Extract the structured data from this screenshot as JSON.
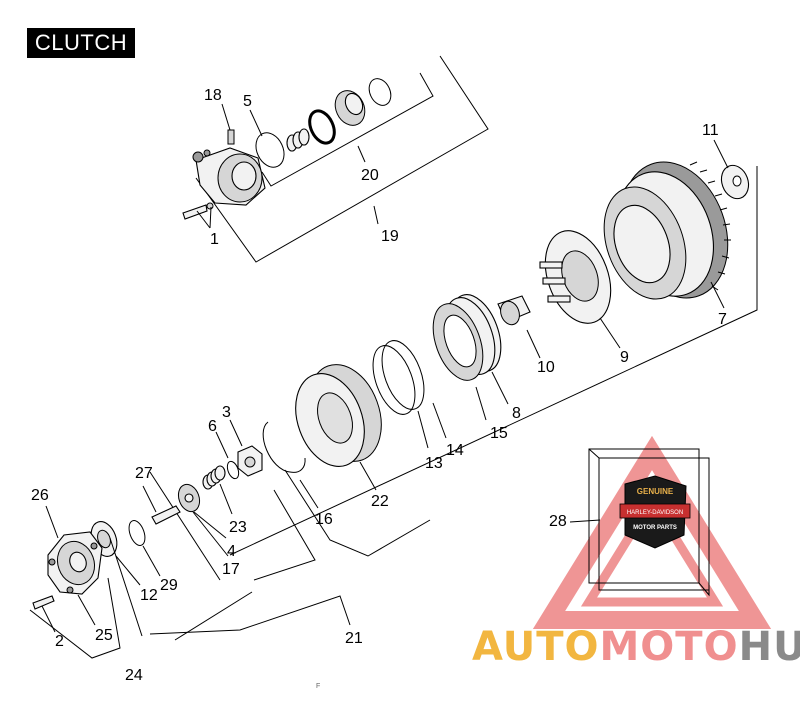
{
  "title": "CLUTCH",
  "callouts": [
    "1",
    "2",
    "3",
    "4",
    "5",
    "6",
    "7",
    "8",
    "9",
    "10",
    "11",
    "12",
    "13",
    "14",
    "15",
    "16",
    "17",
    "18",
    "19",
    "20",
    "21",
    "22",
    "23",
    "24",
    "25",
    "26",
    "27",
    "28",
    "29"
  ],
  "badge": {
    "top": "GENUINE",
    "bottom": "MOTOR PARTS",
    "center": "HARLEY-DAVIDSON"
  },
  "watermark": {
    "part1": "AUTO",
    "part2": "MOTO",
    "part3": "HUB",
    "colors": {
      "part1": "#f2b640",
      "part2": "#f08f8f",
      "part3": "#8a8a8a",
      "triangle": "#e24040"
    }
  },
  "footer_mark": "F"
}
